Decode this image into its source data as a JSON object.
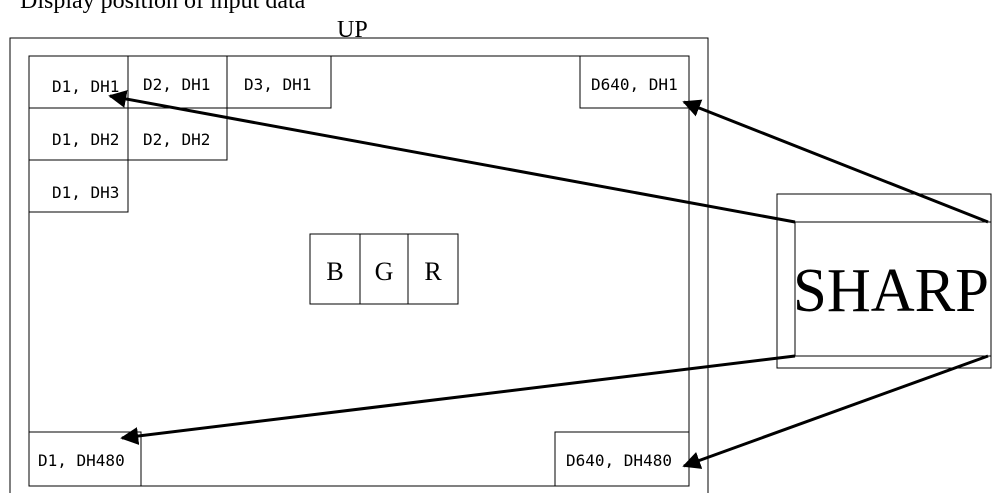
{
  "title": "Display position of input data",
  "up_label": "UP",
  "cells": {
    "d1_dh1": "D1, DH1",
    "d2_dh1": "D2, DH1",
    "d3_dh1": "D3, DH1",
    "d640_dh1": "D640, DH1",
    "d1_dh2": "D1, DH2",
    "d2_dh2": "D2, DH2",
    "d1_dh3": "D1, DH3",
    "d1_dh480": "D1, DH480",
    "d640_dh480": "D640, DH480"
  },
  "pixel": {
    "b": "B",
    "g": "G",
    "r": "R"
  },
  "brand": "SHARP"
}
